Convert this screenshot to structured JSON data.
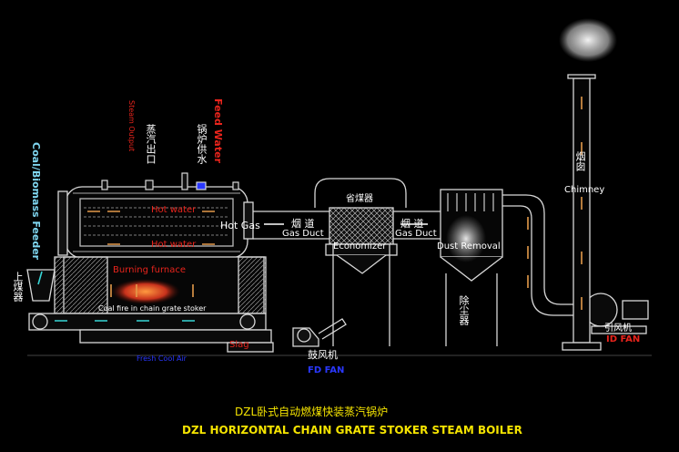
{
  "labels": {
    "steam_output": "Steam Output",
    "steam_output_cn": "蒸汽出口",
    "feed_water": "Feed Water",
    "feed_water_cn": "锅炉供水",
    "coal_feeder": "Coal/Biomass Feeder",
    "coal_feeder_cn": "上煤器",
    "hot_water_top": "Hot water",
    "hot_water_bottom": "Hot water",
    "hot_gas": "Hot Gas",
    "burning_furnace": "Burning furnace",
    "coal_fire": "Coal fire in chain grate stoker",
    "fresh_cool_air": "Fresh Cool Air",
    "slag": "Slag",
    "fd_fan_cn": "鼓风机",
    "fd_fan": "FD FAN",
    "gas_duct_cn_1": "烟 道",
    "gas_duct_1": "Gas Duct",
    "economizer_cn": "省煤器",
    "economizer": "Economizer",
    "gas_duct_cn_2": "烟 道",
    "gas_duct_2": "Gas Duct",
    "dust_removal": "Dust Removal",
    "dust_removal_cn": "除尘器",
    "chimney_cn": "烟囱",
    "chimney": "Chimney",
    "id_fan_cn": "引风机",
    "id_fan": "ID FAN"
  },
  "title_cn": "DZL卧式自动燃煤快装蒸汽锅炉",
  "title_en": "DZL HORIZONTAL CHAIN GRATE STOKER STEAM BOILER",
  "colors": {
    "line": "#d8d8d8",
    "red_text": "#e8241c",
    "blue_text": "#2a38ff",
    "yellow_text": "#f5e400",
    "arrow_cyan": "#37d6d6",
    "arrow_orange": "#e39a4a",
    "flame": "#e04a1c"
  }
}
